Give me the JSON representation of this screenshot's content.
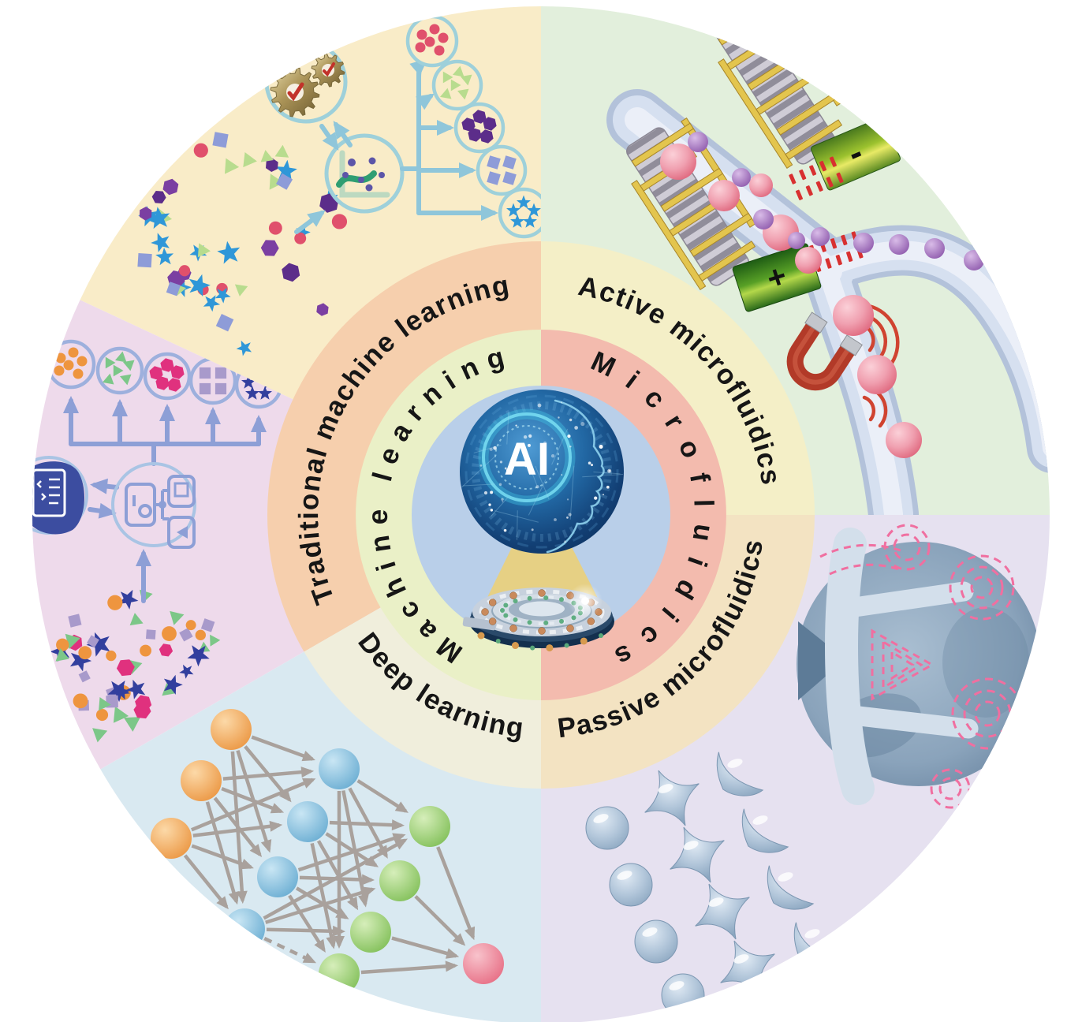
{
  "figure": {
    "center": {
      "ai": "AI"
    },
    "inner_ring": {
      "left_label": "Machine learning",
      "right_label": "Microfluidics"
    },
    "middle_ring": {
      "top_left_label": "Traditional machine learning",
      "top_right_label": "Active microfluidics",
      "bottom_left_label": "Deep learning",
      "bottom_right_label": "Passive microfluidics"
    },
    "active_sector": {
      "minus": "-",
      "plus": "+"
    }
  },
  "colors": {
    "cream_sector": "#f9ecc8",
    "green_sector": "#e2efdc",
    "pink_sector": "#eedaeb",
    "blue_sector": "#d9e9f1",
    "lavender_sector": "#e6e1f0",
    "peach_quadrant": "#f6cfad",
    "active_yellow_quadrant": "#f4efc7",
    "deep_cream_quadrant": "#f0eedc",
    "passive_tan_quadrant": "#f3e3c2",
    "inner_green_half": "#eaf0c7",
    "inner_salmon_half": "#f3bbae",
    "center_blue": "#b9cfe9",
    "label_text": "#161616",
    "arrow_blue": "#8fc6da",
    "arrow_periwinkle": "#8d9fd6",
    "nn_gray": "#a9a19c",
    "magnet_red": "#b23a28",
    "vortex_pink": "#f06fa0",
    "gold_electrode": "#e3c54e",
    "channel_blue": "#d6e0f0",
    "particle_pink": "#ee8fa0",
    "particle_purple": "#a272c2",
    "droplet_blue": "#b2c6da"
  }
}
